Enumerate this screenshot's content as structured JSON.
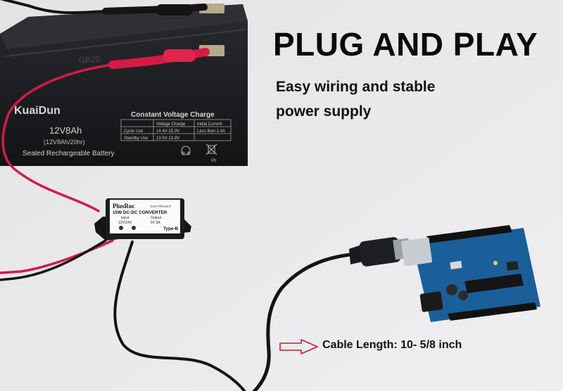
{
  "headline": "PLUG AND PLAY",
  "subline_1": "Easy wiring and stable",
  "subline_2": "power supply",
  "cable_length_label": "Cable Length: 10- 5/8 inch",
  "battery": {
    "brand": "KuaiDun",
    "rating": "12V8Ah",
    "rating_detail": "(12V8Ah/20hr)",
    "type": "Sealed Rechargeable Battery",
    "mold_text": "GB20",
    "table_title": "Constant Voltage Charge",
    "table_head": [
      "",
      "Voltage Charge",
      "Initial Current"
    ],
    "rows": [
      [
        "Cycle Use",
        "14.4V-15.0V",
        "Less than 2.4A"
      ],
      [
        "Standby Use",
        "13.5V-13.8V",
        ""
      ]
    ],
    "pb_mark": "Pb"
  },
  "converter": {
    "brand": "PlusRoc",
    "model": "EXG-PR4SKIT",
    "title": "15W DC-DC CONVERTER",
    "input_label": "Input",
    "input_value": "12V/24V",
    "output_label": "Output",
    "output_value": "5V 3A",
    "type": "Type-B"
  },
  "colors": {
    "background": "#e9e9eb",
    "battery_case": "#1d1e21",
    "red_wire": "#d51a45",
    "board_blue": "#1a5f9a",
    "arrow": "#c4202a"
  }
}
